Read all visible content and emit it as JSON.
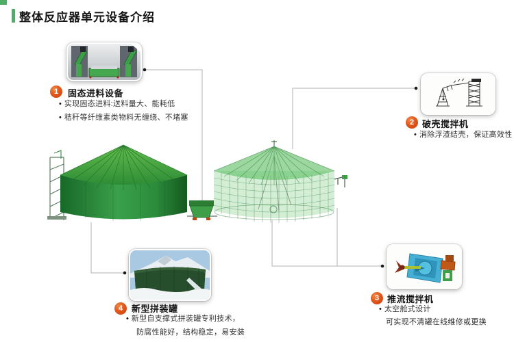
{
  "header": {
    "title": "整体反应器单元设备介绍"
  },
  "bullet_marker": "•",
  "colors": {
    "accent_green": "#4fae66",
    "badge_orange": "#e2571c",
    "connector_gray": "#b0b0b0",
    "tank_dark_green": "#1f7a30",
    "tank_light_green": "#5cb848",
    "mixer_blue": "#45b0d4",
    "motor_orange": "#c05818"
  },
  "items": [
    {
      "number": "1",
      "title": "固态进料设备",
      "image": "solid-feeding-equipment-photo",
      "bullets": [
        {
          "text": "实现固态进料:送料量大、能耗低"
        },
        {
          "text": "秸秆等纤维素类物料无缠绕、不堵塞"
        }
      ]
    },
    {
      "number": "2",
      "title": "破壳搅拌机",
      "image": "shell-breaking-mixer-drawing",
      "bullets": [
        {
          "text": "消除浮渣结壳，保证高效性"
        }
      ]
    },
    {
      "number": "3",
      "title": "推流搅拌机",
      "image": "submersible-propeller-mixer-photo",
      "bullets": [
        {
          "text": "太空舱式设计"
        },
        {
          "text": "可实现不清罐在线维修或更换"
        }
      ]
    },
    {
      "number": "4",
      "title": "新型拼装罐",
      "image": "assembled-tank-site-photo",
      "bullets": [
        {
          "text": "新型自支撑式拼装罐专利技术，"
        },
        {
          "text": "防腐性能好，结构稳定，易安装"
        }
      ]
    }
  ],
  "diagram": {
    "left_tank": "solid-green-assembled-reactor-tank",
    "right_tank": "transparent-grid-structure-tank",
    "feeder_hopper": "green-feed-hopper"
  }
}
